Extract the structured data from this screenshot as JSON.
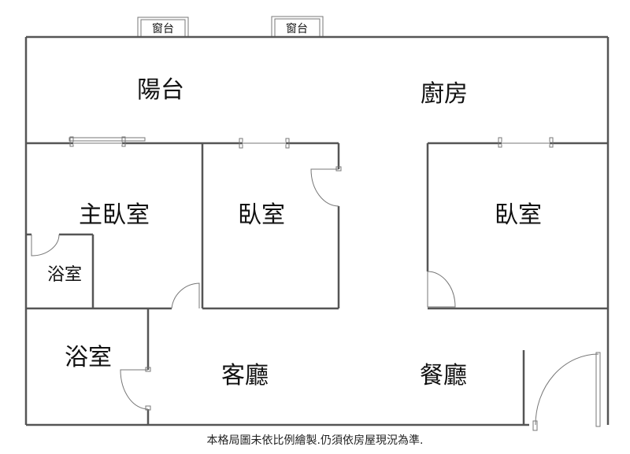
{
  "window_sills": [
    "窗台",
    "窗台"
  ],
  "rooms": {
    "balcony": "陽台",
    "kitchen": "廚房",
    "master_bedroom": "主臥室",
    "master_bath": "浴室",
    "bedroom_middle": "臥室",
    "bedroom_right": "臥室",
    "bathroom": "浴室",
    "living_room": "客廳",
    "dining_room": "餐廳"
  },
  "disclaimer": "本格局圖未依比例繪製.仍須依房屋現況為準."
}
